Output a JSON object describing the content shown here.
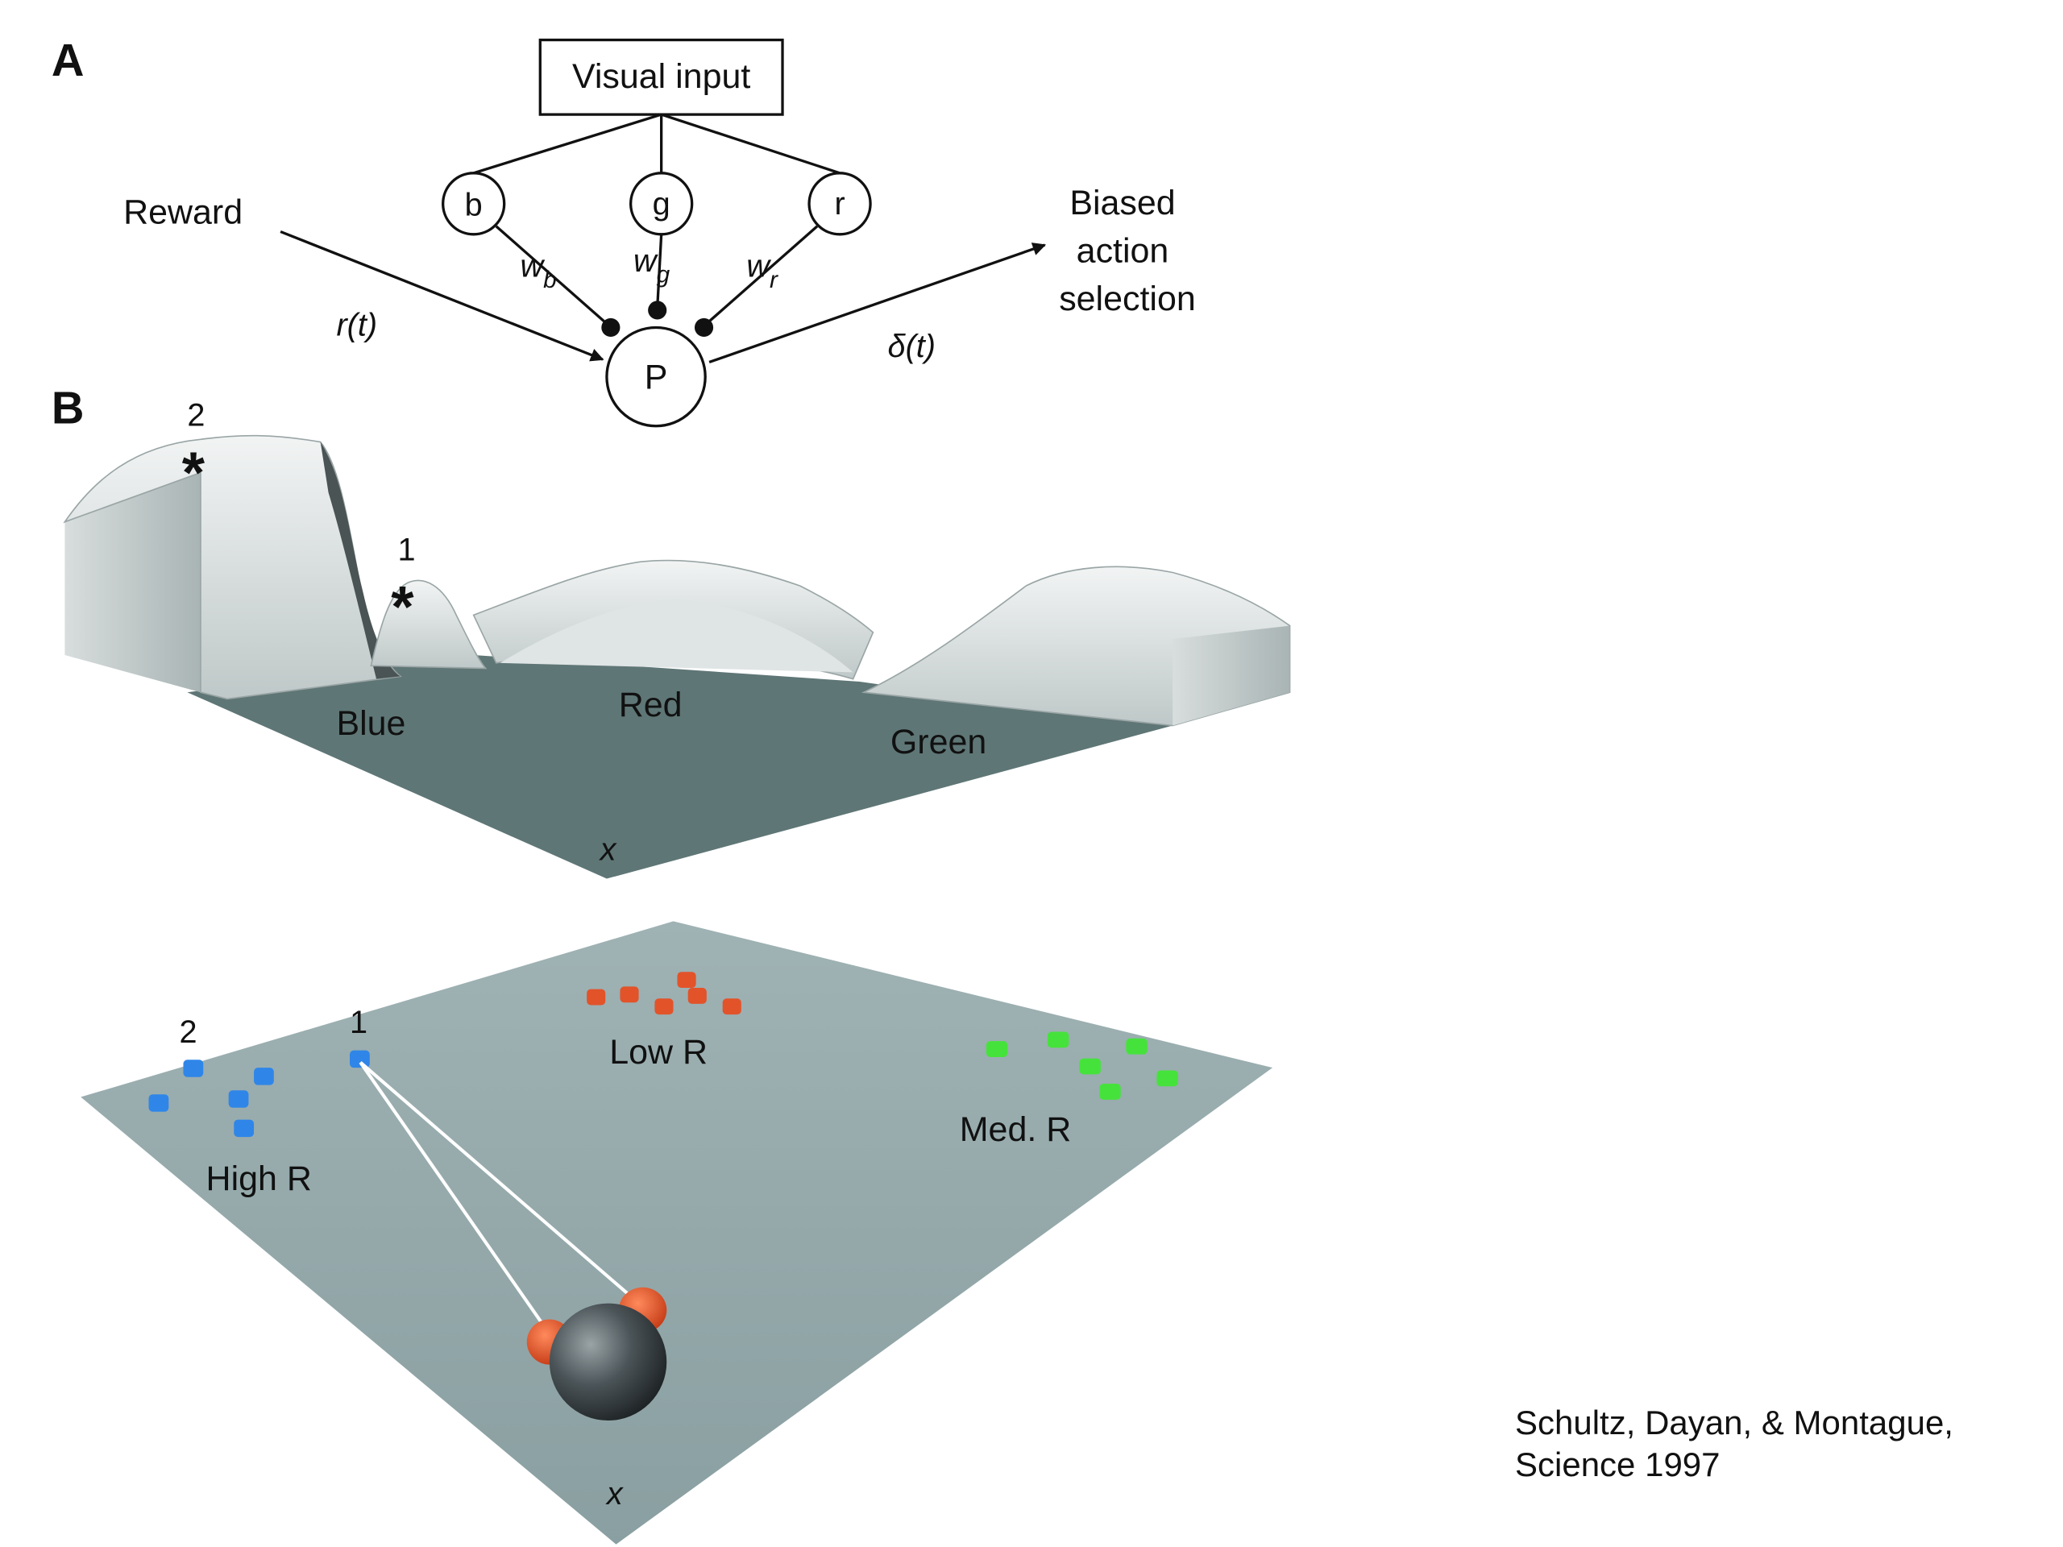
{
  "panel_a": {
    "label": "A",
    "visual_input": "Visual input",
    "nodes": {
      "b": "b",
      "g": "g",
      "r": "r",
      "p": "P"
    },
    "weights": {
      "wb_main": "w",
      "wb_sub": "b",
      "wg_main": "w",
      "wg_sub": "g",
      "wr_main": "w",
      "wr_sub": "r"
    },
    "reward_label": "Reward",
    "reward_signal": "r(t)",
    "output_lines": [
      "Biased",
      "action",
      "selection"
    ],
    "delta_signal": "δ(t)"
  },
  "panel_b": {
    "label": "B",
    "landscape": {
      "labels": {
        "blue": "Blue",
        "red": "Red",
        "green": "Green",
        "axis": "x"
      },
      "markers": [
        {
          "number": "2",
          "symbol": "*"
        },
        {
          "number": "1",
          "symbol": "*"
        }
      ],
      "colors": {
        "floor": "#5f7676",
        "terrain": "#e2e6e6",
        "terrain_shade": "#8e9c9c"
      }
    },
    "field": {
      "labels": {
        "high": "High R",
        "low": "Low R",
        "med": "Med. R",
        "axis": "x"
      },
      "markers": [
        "2",
        "1"
      ],
      "colors": {
        "plane": "#90a5a7",
        "blue": "#2f86e8",
        "red": "#e2532a",
        "green": "#46e23c",
        "bee": "#4b5458"
      }
    }
  },
  "citation": {
    "line1": "Schultz, Dayan, & Montague,",
    "line2": "Science 1997"
  }
}
